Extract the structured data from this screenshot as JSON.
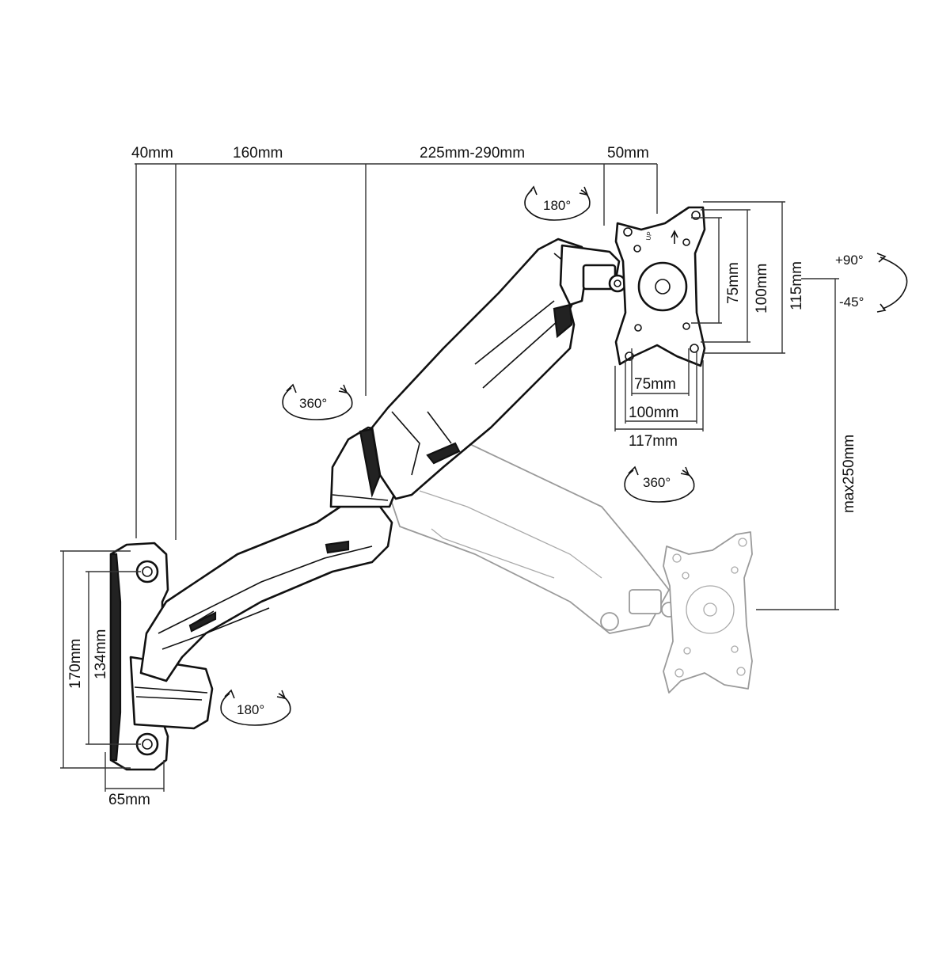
{
  "dimensions": {
    "top_40": "40mm",
    "top_160": "160mm",
    "top_225_290": "225mm-290mm",
    "top_50": "50mm",
    "vesa_75_v": "75mm",
    "vesa_100_v": "100mm",
    "plate_115_v": "115mm",
    "vesa_75_h": "75mm",
    "vesa_100_h": "100mm",
    "plate_117_h": "117mm",
    "height_max": "max250mm",
    "wall_170": "170mm",
    "wall_134": "134mm",
    "wall_65": "65mm"
  },
  "rotations": {
    "top_180": "180°",
    "middle_360": "360°",
    "vesa_360": "360°",
    "base_180": "180°",
    "tilt_plus": "+90°",
    "tilt_minus": "-45°"
  },
  "plate_marks": {
    "up": "UP"
  }
}
